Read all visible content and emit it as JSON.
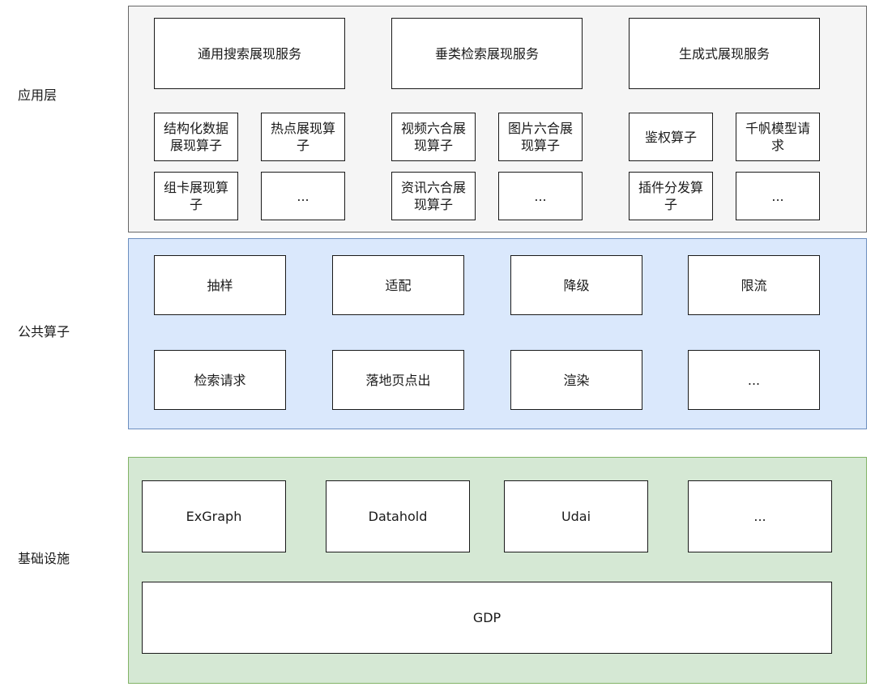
{
  "layers": {
    "app": {
      "label": "应用层",
      "services": [
        "通用搜索展现服务",
        "垂类检索展现服务",
        "生成式展现服务"
      ],
      "operators": [
        "结构化数据展现算子",
        "热点展现算子",
        "组卡展现算子",
        "...",
        "视频六合展现算子",
        "图片六合展现算子",
        "资讯六合展现算子",
        "...",
        "鉴权算子",
        "千帆模型请求",
        "插件分发算子",
        "..."
      ]
    },
    "public": {
      "label": "公共算子",
      "operators": [
        "抽样",
        "适配",
        "降级",
        "限流",
        "检索请求",
        "落地页点出",
        "渲染",
        "..."
      ]
    },
    "infra": {
      "label": "基础设施",
      "components": [
        "ExGraph",
        "Datahold",
        "Udai",
        "..."
      ],
      "platform": "GDP"
    }
  },
  "colors": {
    "app_fill": "#f5f5f5",
    "app_border": "#666666",
    "public_fill": "#dae8fc",
    "public_border": "#6c8ebf",
    "infra_fill": "#d5e8d4",
    "infra_border": "#82b366",
    "box_fill": "#ffffff",
    "box_border": "#1a1a1a"
  }
}
